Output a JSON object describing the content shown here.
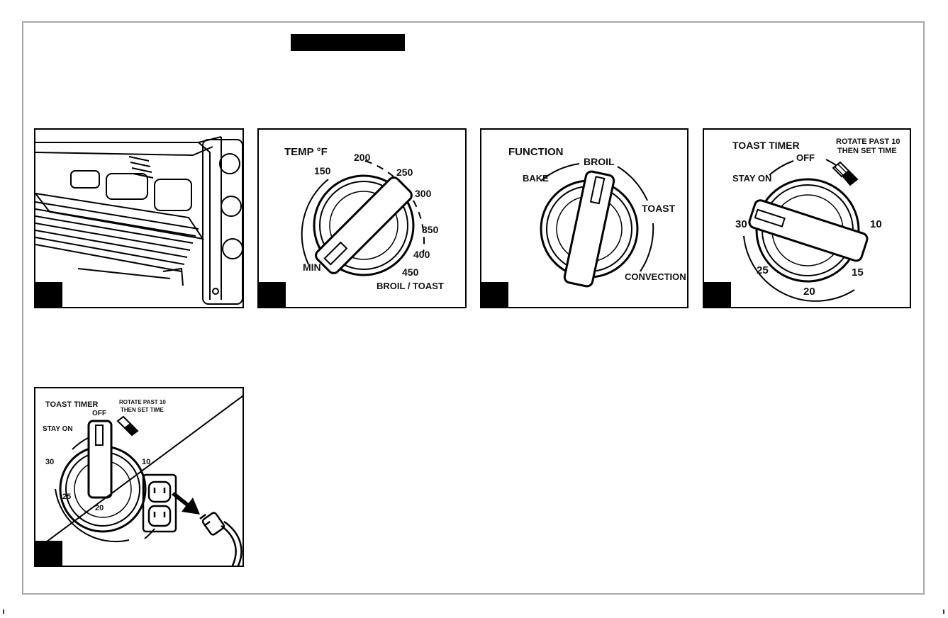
{
  "panel_temp": {
    "title": "TEMP °F",
    "min": "MIN",
    "ticks": [
      "150",
      "200",
      "250",
      "300",
      "350",
      "400",
      "450"
    ],
    "broil_toast": "BROIL / TOAST"
  },
  "panel_function": {
    "title": "FUNCTION",
    "bake": "BAKE",
    "broil": "BROIL",
    "toast": "TOAST",
    "convection": "CONVECTION"
  },
  "panel_timer": {
    "title": "TOAST TIMER",
    "off": "OFF",
    "stay_on": "STAY ON",
    "rotate_line1": "ROTATE PAST 10",
    "rotate_line2": "THEN SET TIME",
    "numbers": [
      "30",
      "25",
      "20",
      "15",
      "10"
    ]
  },
  "panel_unplug": {
    "title": "TOAST TIMER",
    "off": "OFF",
    "stay_on": "STAY ON",
    "rotate_line1": "ROTATE PAST 10",
    "rotate_line2": "THEN SET TIME",
    "numbers": [
      "30",
      "25",
      "20",
      "10"
    ]
  },
  "colors": {
    "ink": "#000000",
    "frame": "#a8a8a8"
  }
}
